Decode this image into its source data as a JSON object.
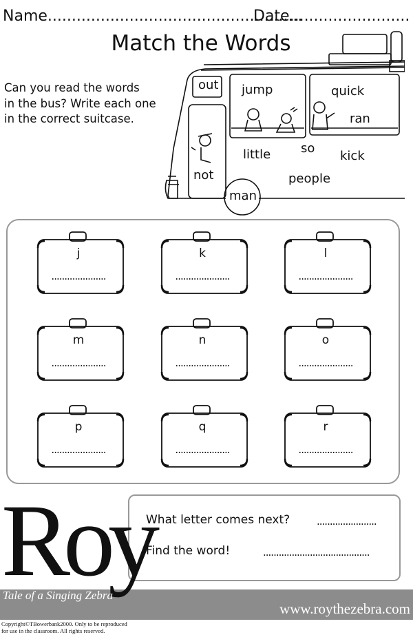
{
  "header": {
    "name_label": "Name.....................................................",
    "date_label": "Date.........................",
    "title": "Match the Words"
  },
  "instructions": [
    "Can you read the words",
    "in the bus? Write each one",
    "in the correct suitcase."
  ],
  "bus_words": {
    "out": "out",
    "jump": "jump",
    "quick": "quick",
    "ran": "ran",
    "little": "little",
    "so": "so",
    "kick": "kick",
    "not": "not",
    "people": "people",
    "man": "man"
  },
  "suitcases": [
    {
      "letter": "j",
      "blank": "....................."
    },
    {
      "letter": "k",
      "blank": "....................."
    },
    {
      "letter": "l",
      "blank": "....................."
    },
    {
      "letter": "m",
      "blank": "....................."
    },
    {
      "letter": "n",
      "blank": "....................."
    },
    {
      "letter": "o",
      "blank": "....................."
    },
    {
      "letter": "p",
      "blank": "....................."
    },
    {
      "letter": "q",
      "blank": "....................."
    },
    {
      "letter": "r",
      "blank": "....................."
    }
  ],
  "questions": {
    "next_letter_label": "What letter comes next?",
    "next_letter_blank": ".......................",
    "find_word_label": "Find the word!",
    "find_word_blank": "........................................."
  },
  "footer": {
    "logo": "Roy",
    "tagline": "Tale of a Singing Zebra",
    "website": "www.roythezebra.com",
    "copyright_1": "Copyright©TBowerbank2000. Only to be reproduced",
    "copyright_2": "for use in the classroom. All rights reserved."
  }
}
